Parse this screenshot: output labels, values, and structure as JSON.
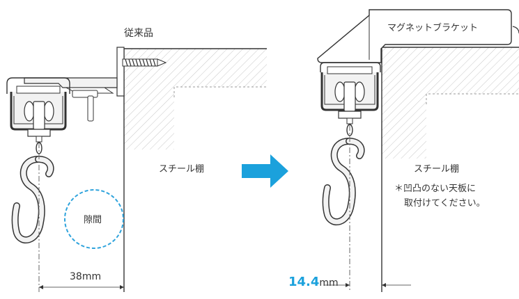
{
  "left_panel": {
    "title": "従来品",
    "shelf_label": "スチール棚",
    "gap_label": "隙間",
    "dimension_value": "38mm"
  },
  "right_panel": {
    "bracket_label": "マグネットブラケット",
    "shelf_label": "スチール棚",
    "note_line1": "＊凹凸のない天板に",
    "note_line2": "取付けてください。",
    "dimension_number": "14.4",
    "dimension_unit": "mm"
  },
  "colors": {
    "accent": "#1ba1dc",
    "line": "#333333",
    "hatch": "#c8c8c8",
    "gap_circle": "#2ea3dc",
    "metal_fill": "#f2f2f2",
    "bracket_fill": "#ffffff"
  },
  "icons": {
    "transition": "right-arrow-icon"
  }
}
